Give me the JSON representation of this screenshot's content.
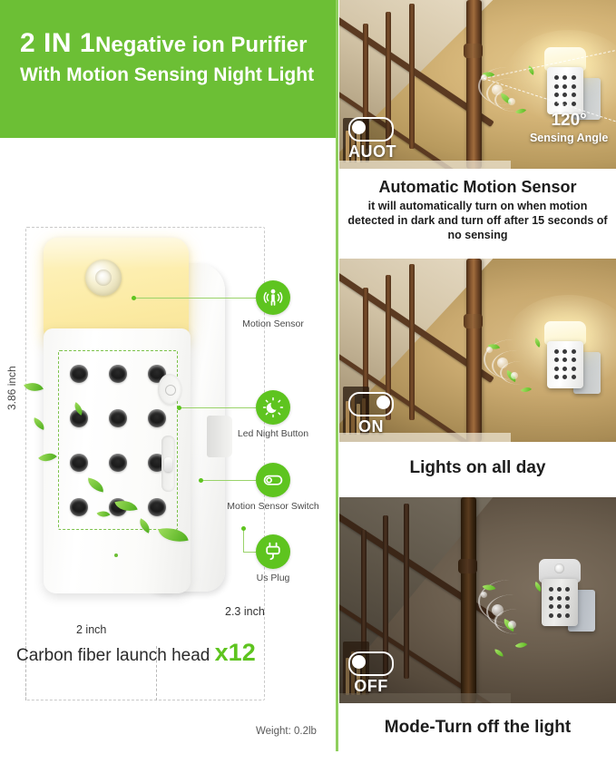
{
  "hero": {
    "line1_big": "2 IN 1",
    "line1_small": "Negative ion Purifier",
    "line2": "With Motion Sensing Night Light"
  },
  "product": {
    "dimensions": {
      "height": "3.86 inch",
      "width": "2 inch",
      "depth": "2.3 inch"
    },
    "caption": "Carbon fiber launch head",
    "caption_count": "x12",
    "weight": "Weight: 0.2lb",
    "callouts": [
      {
        "id": "motion-sensor",
        "label": "Motion Sensor",
        "icon": "motion-sensor-icon"
      },
      {
        "id": "led-night-button",
        "label": "Led Night Button",
        "icon": "led-night-icon"
      },
      {
        "id": "motion-sensor-switch",
        "label": "Motion Sensor Switch",
        "icon": "toggle-switch-icon"
      },
      {
        "id": "us-plug",
        "label": "Us Plug",
        "icon": "plug-icon"
      }
    ]
  },
  "panels": [
    {
      "id": "auto",
      "toggle_label": "AUOT",
      "toggle_state": "left",
      "angle_value": "120°",
      "angle_text": "Sensing Angle",
      "title": "Automatic Motion Sensor",
      "body": "it will automatically turn on when motion detected in dark and turn off after 15 seconds of no sensing"
    },
    {
      "id": "on",
      "toggle_label": "ON",
      "toggle_state": "right",
      "title": "Lights on all day"
    },
    {
      "id": "off",
      "toggle_label": "OFF",
      "toggle_state": "left",
      "title": "Mode-Turn off the light"
    }
  ],
  "colors": {
    "brand_green": "#6cbf35",
    "accent_green": "#5ec41f",
    "rail_green": "#8fcf5e",
    "lamp_warm": "#fbe9a0"
  }
}
